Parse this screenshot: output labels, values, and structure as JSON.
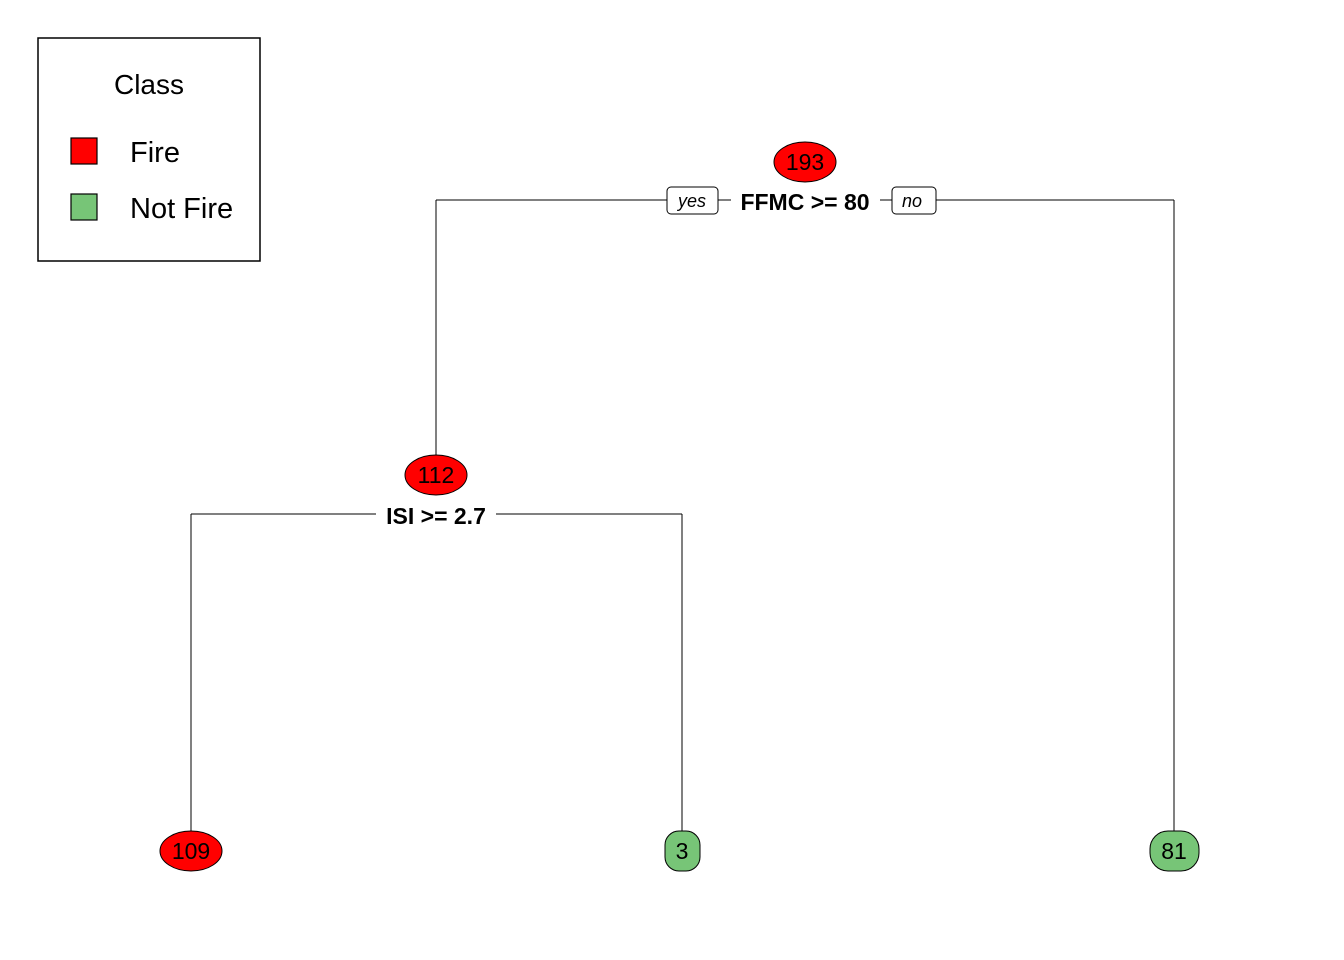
{
  "legend": {
    "title": "Class",
    "items": [
      {
        "label": "Fire",
        "color": "#ff0000"
      },
      {
        "label": "Not Fire",
        "color": "#77c577"
      }
    ]
  },
  "tree": {
    "root": {
      "count": "193",
      "class": "Fire",
      "split": "FFMC >= 80"
    },
    "branch_yes": "yes",
    "branch_no": "no",
    "left": {
      "count": "112",
      "class": "Fire",
      "split": "ISI >= 2.7"
    },
    "leaves": [
      {
        "count": "109",
        "class": "Fire"
      },
      {
        "count": "3",
        "class": "Not Fire"
      },
      {
        "count": "81",
        "class": "Not Fire"
      }
    ]
  },
  "colors": {
    "fire": "#ff0000",
    "not_fire": "#77c577"
  }
}
